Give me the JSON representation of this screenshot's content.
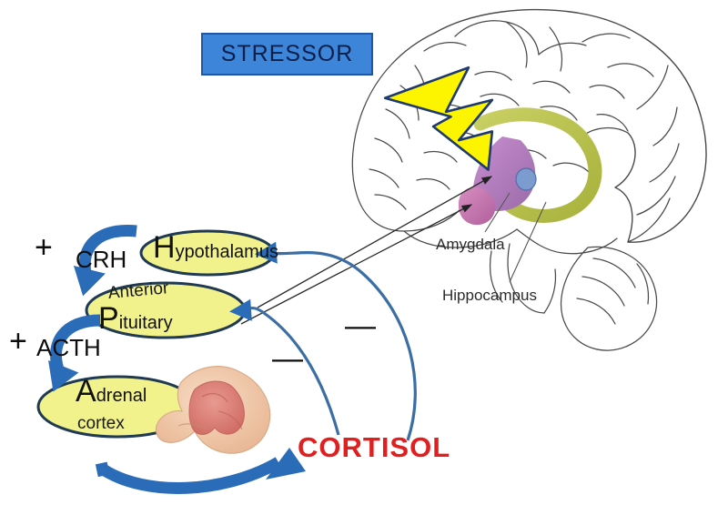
{
  "figure": {
    "title": "HPA axis stress response diagram",
    "stressor": {
      "label": "STRESSOR",
      "fill": "#3d85d8",
      "border": "#2255a4",
      "text_color": "#0b1f4d"
    }
  },
  "glands": {
    "hypothalamus": {
      "initial": "H",
      "rest": "ypothalamus",
      "fill": "#f2f28c",
      "stroke": "#1f3a52"
    },
    "pituitary": {
      "sub": "Anterior",
      "initial": "P",
      "rest": "ituitary",
      "fill": "#f2f28c",
      "stroke": "#1f3a52"
    },
    "adrenal": {
      "initial": "A",
      "rest": "drenal",
      "sub": "cortex",
      "fill": "#f2f28c",
      "stroke": "#1f3a52"
    }
  },
  "hormones": {
    "crh": "CRH",
    "acth": "ACTH",
    "cortisol": "CORTISOL",
    "cortisol_color": "#e02020"
  },
  "signs": {
    "plus_crh": "+",
    "plus_acth": "+",
    "minus_pituitary": "—",
    "minus_hypothalamus": "—"
  },
  "brain_labels": {
    "amygdala": "Amygdala",
    "hippocampus": "Hippocampus"
  },
  "colors": {
    "arrow_blue": "#2b6cb8",
    "arrow_blue_dark": "#1d4e8f",
    "feedback_curve": "#3a6ea5",
    "lightning_fill": "#fdf400",
    "lightning_stroke": "#1f3a6e",
    "brain_outline": "#4a4a4a",
    "hippocampus_structure": "#b5bf4a",
    "hypothalamus_structure": "#b57bbd",
    "amygdala_structure": "#c977b0",
    "small_nucleus": "#6b8fc4",
    "gland_tissue_outer": "#efc7a8",
    "gland_tissue_inner": "#de7f77"
  }
}
